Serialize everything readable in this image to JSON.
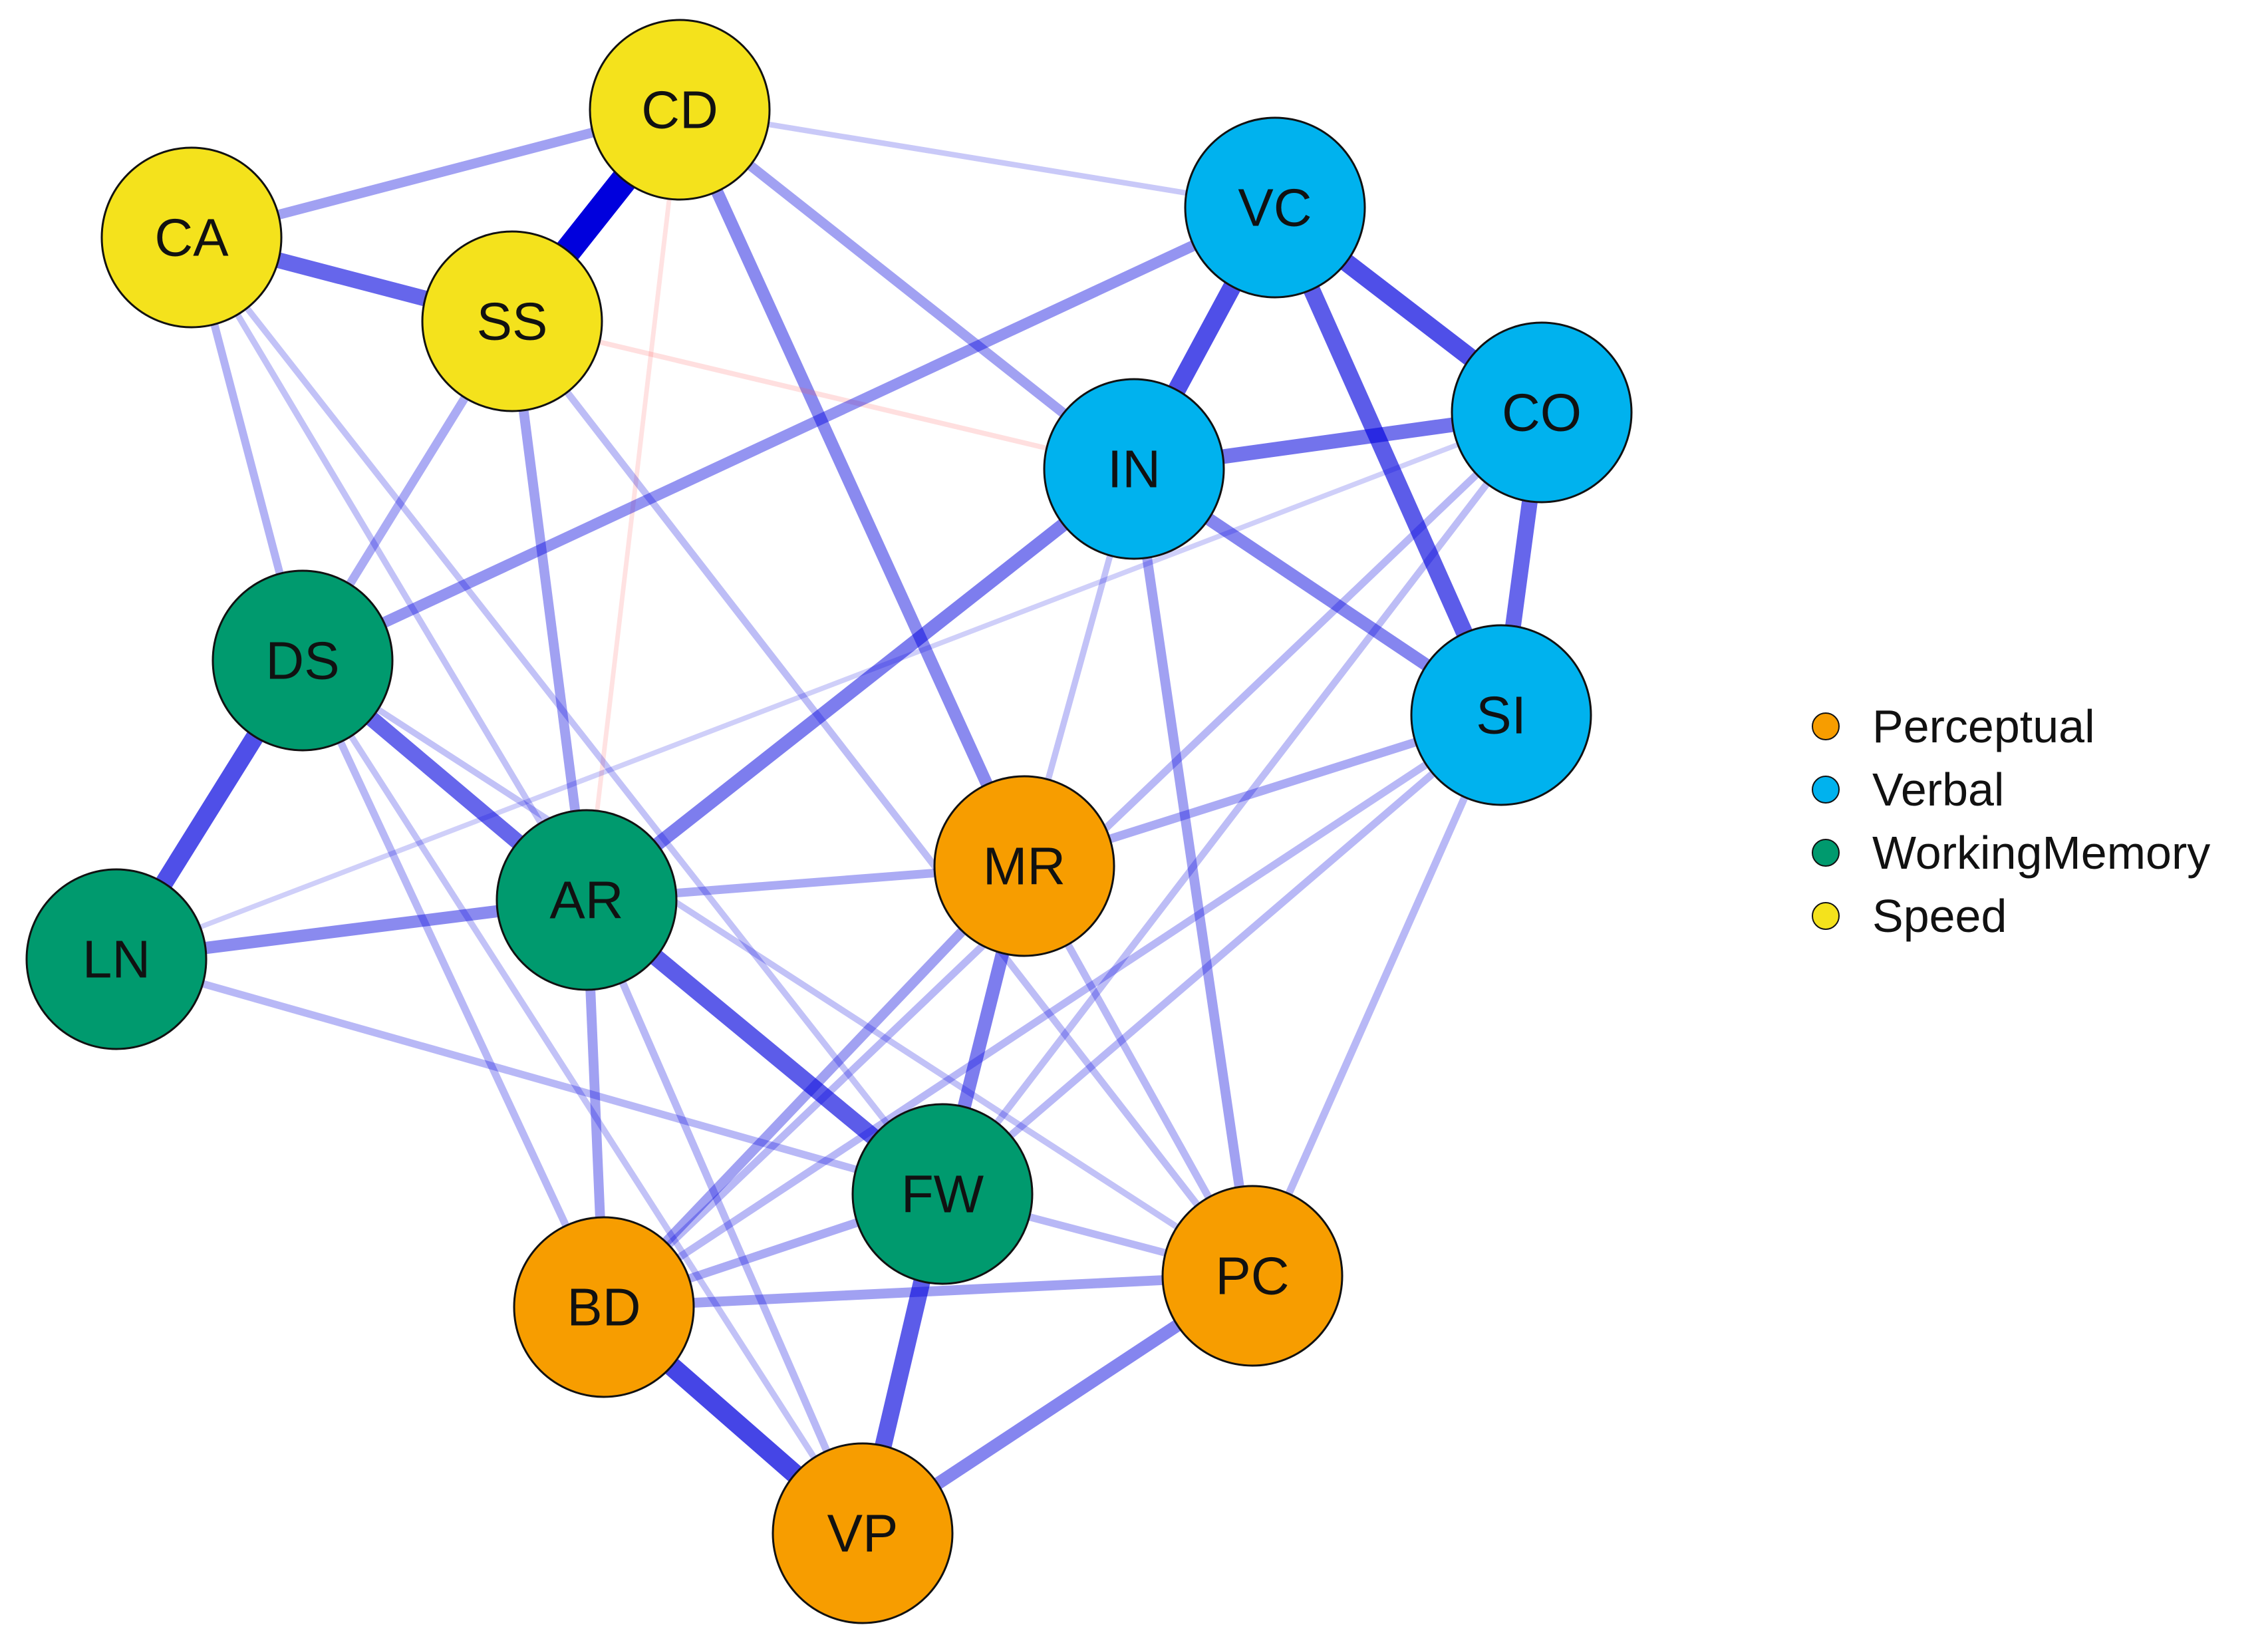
{
  "groups": [
    {
      "id": "perceptual",
      "label": "Perceptual",
      "color": "#F79D00"
    },
    {
      "id": "verbal",
      "label": "Verbal",
      "color": "#00B2EE"
    },
    {
      "id": "working_memory",
      "label": "WorkingMemory",
      "color": "#009A6E"
    },
    {
      "id": "speed",
      "label": "Speed",
      "color": "#F4E21C"
    }
  ],
  "edge_colors": {
    "positive": "#0000DD",
    "negative": "#FF5555"
  },
  "nodes": [
    {
      "id": "CD",
      "label": "CD",
      "group": "speed"
    },
    {
      "id": "CA",
      "label": "CA",
      "group": "speed"
    },
    {
      "id": "SS",
      "label": "SS",
      "group": "speed"
    },
    {
      "id": "VC",
      "label": "VC",
      "group": "verbal"
    },
    {
      "id": "CO",
      "label": "CO",
      "group": "verbal"
    },
    {
      "id": "IN",
      "label": "IN",
      "group": "verbal"
    },
    {
      "id": "SI",
      "label": "SI",
      "group": "verbal"
    },
    {
      "id": "DS",
      "label": "DS",
      "group": "working_memory"
    },
    {
      "id": "LN",
      "label": "LN",
      "group": "working_memory"
    },
    {
      "id": "AR",
      "label": "AR",
      "group": "working_memory"
    },
    {
      "id": "FW",
      "label": "FW",
      "group": "working_memory"
    },
    {
      "id": "MR",
      "label": "MR",
      "group": "perceptual"
    },
    {
      "id": "BD",
      "label": "BD",
      "group": "perceptual"
    },
    {
      "id": "PC",
      "label": "PC",
      "group": "perceptual"
    },
    {
      "id": "VP",
      "label": "VP",
      "group": "perceptual"
    }
  ],
  "edges": [
    {
      "source": "CD",
      "target": "SS",
      "weight": 1.0,
      "sign": "positive"
    },
    {
      "source": "CA",
      "target": "SS",
      "weight": 0.55,
      "sign": "positive"
    },
    {
      "source": "CA",
      "target": "CD",
      "weight": 0.3,
      "sign": "positive"
    },
    {
      "source": "CD",
      "target": "VC",
      "weight": 0.12,
      "sign": "positive"
    },
    {
      "source": "CD",
      "target": "IN",
      "weight": 0.3,
      "sign": "positive"
    },
    {
      "source": "CD",
      "target": "MR",
      "weight": 0.4,
      "sign": "positive"
    },
    {
      "source": "CD",
      "target": "AR",
      "weight": 0.08,
      "sign": "negative"
    },
    {
      "source": "SS",
      "target": "IN",
      "weight": 0.1,
      "sign": "negative"
    },
    {
      "source": "SS",
      "target": "DS",
      "weight": 0.25,
      "sign": "positive"
    },
    {
      "source": "SS",
      "target": "AR",
      "weight": 0.3,
      "sign": "positive"
    },
    {
      "source": "SS",
      "target": "PC",
      "weight": 0.18,
      "sign": "positive"
    },
    {
      "source": "CA",
      "target": "DS",
      "weight": 0.22,
      "sign": "positive"
    },
    {
      "source": "CA",
      "target": "AR",
      "weight": 0.15,
      "sign": "positive"
    },
    {
      "source": "CA",
      "target": "FW",
      "weight": 0.15,
      "sign": "positive"
    },
    {
      "source": "VC",
      "target": "IN",
      "weight": 0.65,
      "sign": "positive"
    },
    {
      "source": "VC",
      "target": "CO",
      "weight": 0.65,
      "sign": "positive"
    },
    {
      "source": "VC",
      "target": "SI",
      "weight": 0.6,
      "sign": "positive"
    },
    {
      "source": "VC",
      "target": "DS",
      "weight": 0.35,
      "sign": "positive"
    },
    {
      "source": "IN",
      "target": "CO",
      "weight": 0.5,
      "sign": "positive"
    },
    {
      "source": "IN",
      "target": "SI",
      "weight": 0.42,
      "sign": "positive"
    },
    {
      "source": "IN",
      "target": "AR",
      "weight": 0.45,
      "sign": "positive"
    },
    {
      "source": "IN",
      "target": "PC",
      "weight": 0.3,
      "sign": "positive"
    },
    {
      "source": "IN",
      "target": "MR",
      "weight": 0.15,
      "sign": "positive"
    },
    {
      "source": "CO",
      "target": "SI",
      "weight": 0.55,
      "sign": "positive"
    },
    {
      "source": "CO",
      "target": "BD",
      "weight": 0.2,
      "sign": "positive"
    },
    {
      "source": "CO",
      "target": "FW",
      "weight": 0.18,
      "sign": "positive"
    },
    {
      "source": "CO",
      "target": "LN",
      "weight": 0.1,
      "sign": "positive"
    },
    {
      "source": "SI",
      "target": "MR",
      "weight": 0.25,
      "sign": "positive"
    },
    {
      "source": "SI",
      "target": "BD",
      "weight": 0.2,
      "sign": "positive"
    },
    {
      "source": "SI",
      "target": "PC",
      "weight": 0.2,
      "sign": "positive"
    },
    {
      "source": "SI",
      "target": "FW",
      "weight": 0.2,
      "sign": "positive"
    },
    {
      "source": "DS",
      "target": "LN",
      "weight": 0.65,
      "sign": "positive"
    },
    {
      "source": "DS",
      "target": "AR",
      "weight": 0.55,
      "sign": "positive"
    },
    {
      "source": "DS",
      "target": "BD",
      "weight": 0.2,
      "sign": "positive"
    },
    {
      "source": "DS",
      "target": "PC",
      "weight": 0.15,
      "sign": "positive"
    },
    {
      "source": "DS",
      "target": "VP",
      "weight": 0.15,
      "sign": "positive"
    },
    {
      "source": "LN",
      "target": "AR",
      "weight": 0.4,
      "sign": "positive"
    },
    {
      "source": "LN",
      "target": "FW",
      "weight": 0.2,
      "sign": "positive"
    },
    {
      "source": "AR",
      "target": "FW",
      "weight": 0.6,
      "sign": "positive"
    },
    {
      "source": "AR",
      "target": "BD",
      "weight": 0.3,
      "sign": "positive"
    },
    {
      "source": "AR",
      "target": "MR",
      "weight": 0.25,
      "sign": "positive"
    },
    {
      "source": "AR",
      "target": "VP",
      "weight": 0.2,
      "sign": "positive"
    },
    {
      "source": "MR",
      "target": "FW",
      "weight": 0.45,
      "sign": "positive"
    },
    {
      "source": "MR",
      "target": "BD",
      "weight": 0.3,
      "sign": "positive"
    },
    {
      "source": "MR",
      "target": "PC",
      "weight": 0.2,
      "sign": "positive"
    },
    {
      "source": "FW",
      "target": "VP",
      "weight": 0.6,
      "sign": "positive"
    },
    {
      "source": "FW",
      "target": "BD",
      "weight": 0.25,
      "sign": "positive"
    },
    {
      "source": "FW",
      "target": "PC",
      "weight": 0.2,
      "sign": "positive"
    },
    {
      "source": "BD",
      "target": "VP",
      "weight": 0.7,
      "sign": "positive"
    },
    {
      "source": "BD",
      "target": "PC",
      "weight": 0.3,
      "sign": "positive"
    },
    {
      "source": "PC",
      "target": "VP",
      "weight": 0.42,
      "sign": "positive"
    }
  ]
}
